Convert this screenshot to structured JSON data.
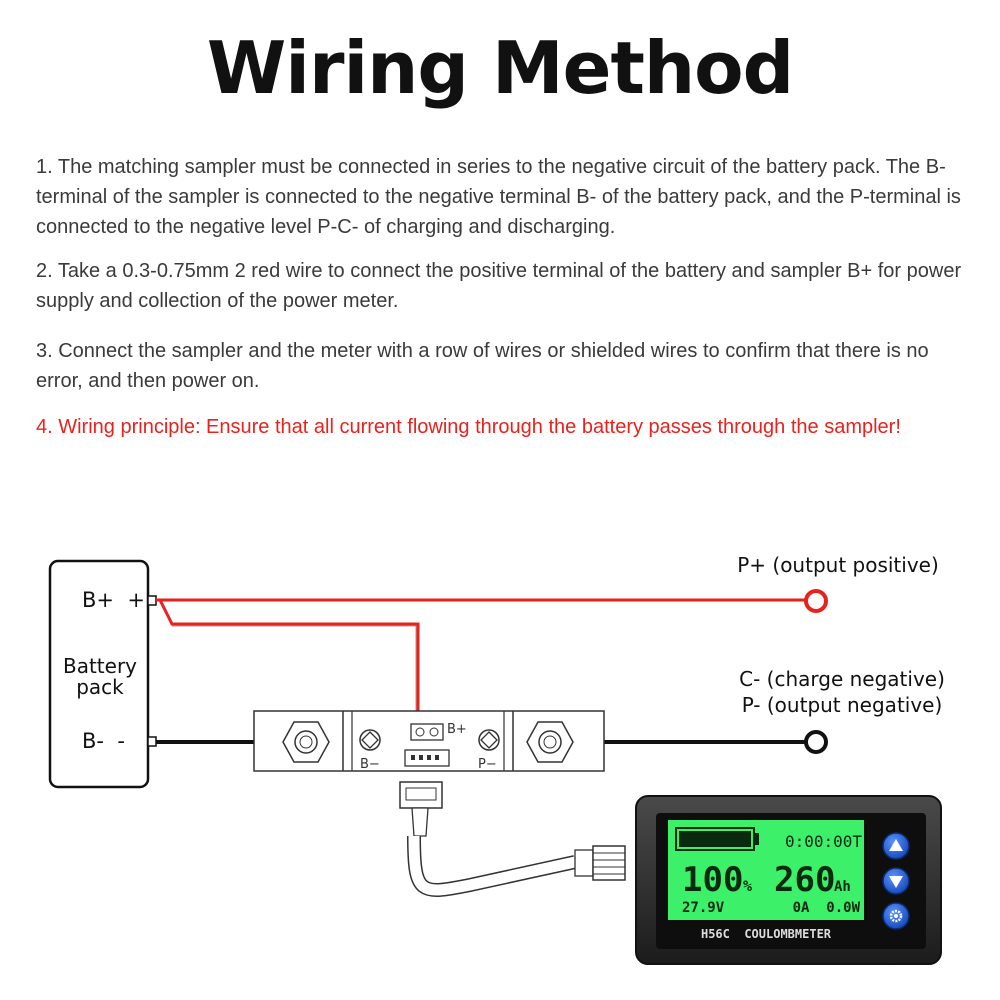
{
  "title": "Wiring Method",
  "paragraphs": [
    "1. The matching sampler must be connected in series to the negative circuit of the battery pack. The B-terminal of the sampler is connected to the negative terminal B- of the battery pack, and the P-terminal is connected to the negative level P-C- of charging and discharging.",
    "2. Take a 0.3-0.75mm 2 red wire to connect the positive terminal of the battery and sampler B+ for power supply and collection of the power meter.",
    "3. Connect the sampler and the meter with a row of wires or shielded wires to confirm that there is no error, and then power on.",
    "4. Wiring principle: Ensure that all current flowing through the battery passes through the sampler!"
  ],
  "diagram": {
    "battery": {
      "label_line1": "Battery",
      "label_line2": "pack",
      "pos_terminal": "B+  +",
      "neg_terminal": "B-  -"
    },
    "outputs": {
      "positive": "P+ (output positive)",
      "charge_negative": "C- (charge negative)",
      "output_negative": "P- (output negative)"
    },
    "sampler": {
      "bplus": "B+",
      "bminus": "B−",
      "pminus": "P−"
    },
    "meter": {
      "time": "0:00:00T",
      "percent": "100",
      "percent_unit": "%",
      "capacity": "260",
      "capacity_unit": "Ah",
      "voltage": "27.9V",
      "current_power": "0A  0.0W",
      "model": "H56C  COULOMBMETER",
      "battery_fill": 1.0
    },
    "colors": {
      "red_wire": "#e8221c",
      "black_wire": "#111111",
      "lcd_green": "#3cf06a",
      "button_blue": "#1f5fd6"
    }
  }
}
